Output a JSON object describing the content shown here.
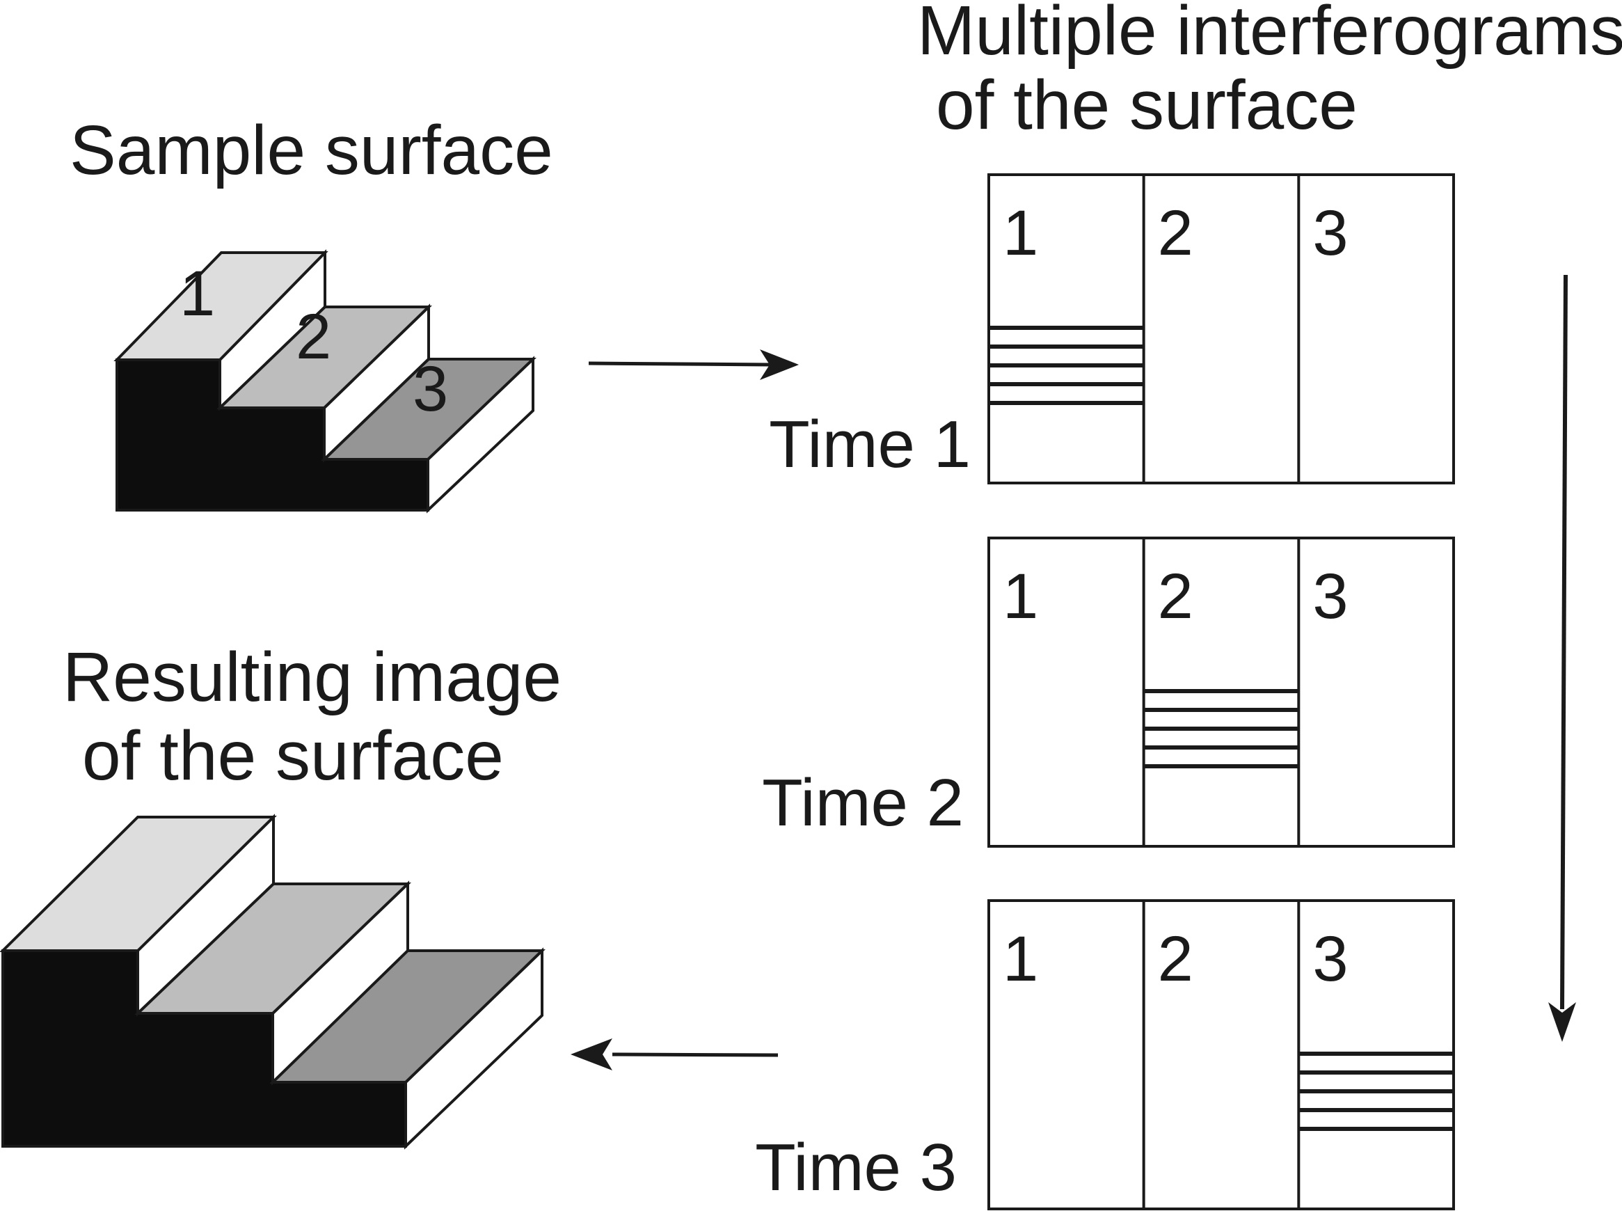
{
  "labels": {
    "sample_surface": "Sample surface",
    "multiple_interferograms": [
      "Multiple interferograms",
      "of the surface"
    ],
    "resulting_image": [
      "Resulting image",
      "of the surface"
    ]
  },
  "sample_steps": [
    "1",
    "2",
    "3"
  ],
  "panels": [
    {
      "time": "Time 1",
      "columns": [
        "1",
        "2",
        "3"
      ],
      "fringe_column": 1
    },
    {
      "time": "Time 2",
      "columns": [
        "1",
        "2",
        "3"
      ],
      "fringe_column": 2
    },
    {
      "time": "Time 3",
      "columns": [
        "1",
        "2",
        "3"
      ],
      "fringe_column": 3
    }
  ],
  "colors": {
    "ink": "#1a1a1a",
    "step_top_1": "#dddddd",
    "step_top_2": "#bdbdbd",
    "step_top_3": "#959595",
    "front": "#0d0d0d",
    "riser": "#ffffff"
  }
}
